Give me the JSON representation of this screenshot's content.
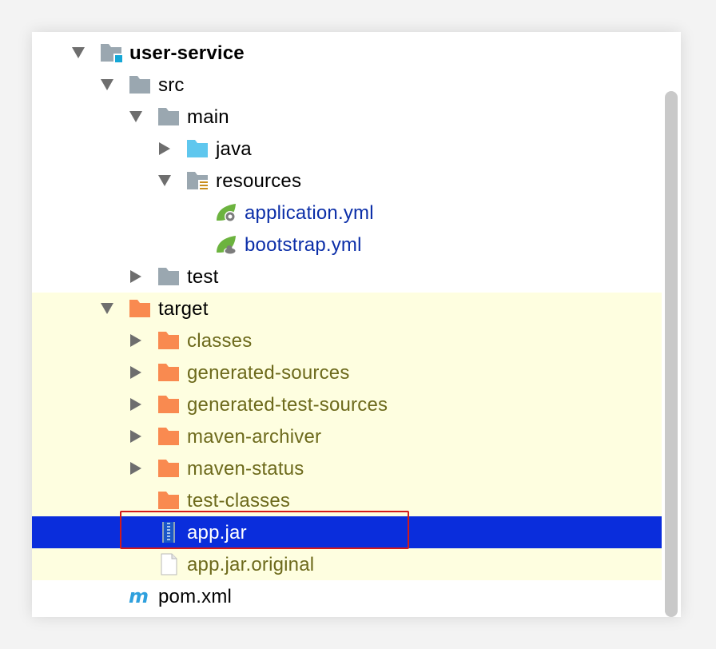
{
  "tree": {
    "root": {
      "label": "user-service",
      "icon": "module-folder-icon",
      "expanded": true
    },
    "src": {
      "label": "src",
      "icon": "folder-icon",
      "expanded": true
    },
    "main": {
      "label": "main",
      "icon": "folder-icon",
      "expanded": true
    },
    "java": {
      "label": "java",
      "icon": "source-folder-icon",
      "expanded": false
    },
    "resources": {
      "label": "resources",
      "icon": "resources-folder-icon",
      "expanded": true
    },
    "application_yml": {
      "label": "application.yml",
      "icon": "spring-config-icon"
    },
    "bootstrap_yml": {
      "label": "bootstrap.yml",
      "icon": "spring-cloud-config-icon"
    },
    "test": {
      "label": "test",
      "icon": "folder-icon",
      "expanded": false
    },
    "target": {
      "label": "target",
      "icon": "excluded-folder-icon",
      "expanded": true
    },
    "classes": {
      "label": "classes",
      "icon": "excluded-folder-icon",
      "expanded": false
    },
    "generated_sources": {
      "label": "generated-sources",
      "icon": "excluded-folder-icon",
      "expanded": false
    },
    "generated_test_sources": {
      "label": "generated-test-sources",
      "icon": "excluded-folder-icon",
      "expanded": false
    },
    "maven_archiver": {
      "label": "maven-archiver",
      "icon": "excluded-folder-icon",
      "expanded": false
    },
    "maven_status": {
      "label": "maven-status",
      "icon": "excluded-folder-icon",
      "expanded": false
    },
    "test_classes": {
      "label": "test-classes",
      "icon": "excluded-folder-icon"
    },
    "app_jar": {
      "label": "app.jar",
      "icon": "jar-archive-icon",
      "selected": true
    },
    "app_jar_original": {
      "label": "app.jar.original",
      "icon": "text-file-icon"
    },
    "pom_xml": {
      "label": "pom.xml",
      "icon": "maven-icon"
    }
  },
  "colors": {
    "selection": "#0a2ddc",
    "excluded_background": "#fefee0",
    "excluded_text": "#6d6a1c",
    "resource_text": "#0b2ea8",
    "highlight_border": "#d21a1a",
    "excluded_folder": "#f98a50",
    "folder": "#9aa7b0",
    "source_folder": "#5fc7ee"
  }
}
